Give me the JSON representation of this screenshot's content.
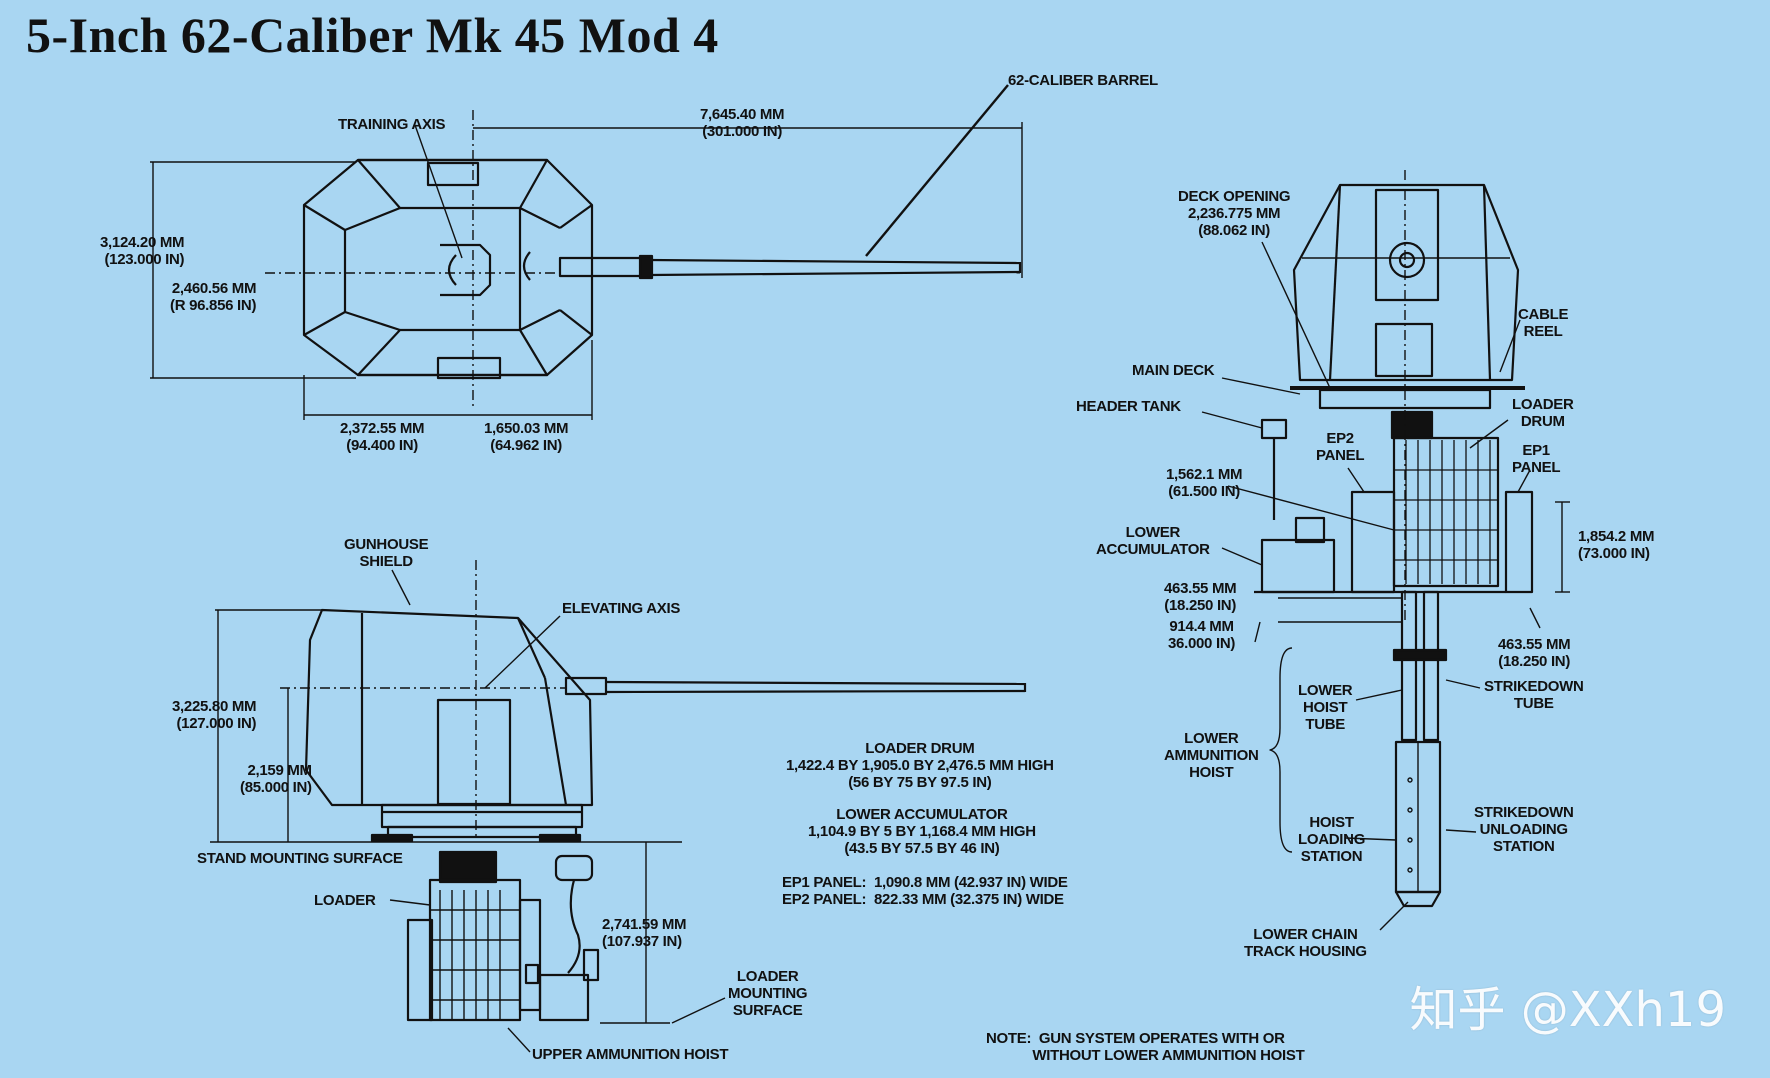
{
  "title": "5-Inch 62-Caliber Mk 45 Mod 4",
  "top_view": {
    "barrel_label": "62-CALIBER BARREL",
    "training_axis": "TRAINING AXIS",
    "overall_length": "7,645.40 MM\n(301.000 IN)",
    "width": "3,124.20 MM\n(123.000 IN)",
    "radius": "2,460.56 MM\n(R 96.856 IN)",
    "rear_length": "2,372.55 MM\n(94.400 IN)",
    "front_length": "1,650.03 MM\n(64.962 IN)"
  },
  "side_view": {
    "gunhouse_shield": "GUNHOUSE\nSHIELD",
    "elevating_axis": "ELEVATING AXIS",
    "height_total": "3,225.80 MM\n(127.000 IN)",
    "height_axis": "2,159 MM\n(85.000 IN)",
    "stand_mounting_surface": "STAND MOUNTING SURFACE",
    "loader": "LOADER",
    "loader_height": "2,741.59 MM\n(107.937 IN)",
    "loader_mounting_surface": "LOADER\nMOUNTING\nSURFACE",
    "upper_ammunition_hoist": "UPPER AMMUNITION HOIST"
  },
  "specs": {
    "loader_drum": "LOADER DRUM\n1,422.4 BY 1,905.0 BY 2,476.5 MM HIGH\n(56 BY 75 BY 97.5 IN)",
    "lower_accumulator": "LOWER ACCUMULATOR\n1,104.9 BY 5 BY 1,168.4 MM HIGH\n(43.5 BY 57.5 BY 46 IN)",
    "panels": "EP1 PANEL:  1,090.8 MM (42.937 IN) WIDE\nEP2 PANEL:  822.33 MM (32.375 IN) WIDE",
    "note": "NOTE:  GUN SYSTEM OPERATES WITH OR\n            WITHOUT LOWER AMMUNITION HOIST"
  },
  "front_view": {
    "deck_opening": "DECK OPENING\n2,236.775 MM\n(88.062 IN)",
    "cable_reel": "CABLE\nREEL",
    "main_deck": "MAIN DECK",
    "header_tank": "HEADER TANK",
    "loader_drum": "LOADER\nDRUM",
    "ep2_panel": "EP2\nPANEL",
    "ep1_panel": "EP1\nPANEL",
    "dim_1562": "1,562.1 MM\n(61.500 IN)",
    "lower_accumulator": "LOWER\nACCUMULATOR",
    "dim_1854": "1,854.2 MM\n(73.000 IN)",
    "dim_463_left": "463.55 MM\n(18.250 IN)",
    "dim_914": "914.4 MM\n36.000 IN)",
    "dim_463_right": "463.55 MM\n(18.250 IN)",
    "lower_hoist_tube": "LOWER\nHOIST\nTUBE",
    "strikedown_tube": "STRIKEDOWN\nTUBE",
    "lower_ammunition_hoist": "LOWER\nAMMUNITION\nHOIST",
    "hoist_loading_station": "HOIST\nLOADING\nSTATION",
    "strikedown_unloading_station": "STRIKEDOWN\nUNLOADING\nSTATION",
    "lower_chain_track_housing": "LOWER CHAIN\nTRACK HOUSING"
  },
  "watermark": "知乎 @XXh19",
  "colors": {
    "background": "#a9d6f2",
    "ink": "#111111",
    "watermark": "#ffffff"
  }
}
